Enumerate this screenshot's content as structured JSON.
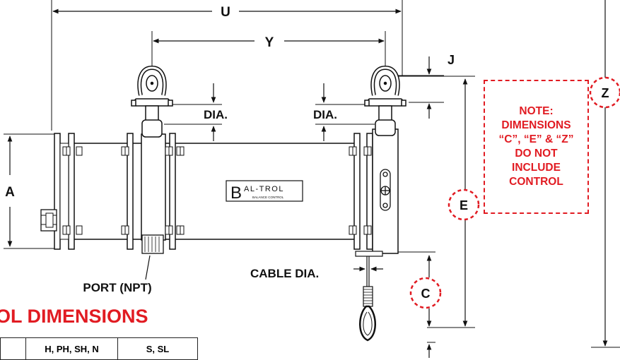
{
  "dimension_labels": {
    "u": "U",
    "y": "Y",
    "j": "J",
    "z": "Z",
    "dia_left": "DIA.",
    "dia_right": "DIA.",
    "a": "A",
    "e": "E",
    "c": "C",
    "cable_dia": "CABLE DIA.",
    "port": "PORT (NPT)"
  },
  "brand": {
    "initial": "B",
    "name": "AL-TROL",
    "tagline": "BALANCE CONTROL"
  },
  "note": {
    "lines": [
      "NOTE:",
      "DIMENSIONS",
      "“C”, “E” & “Z”",
      "DO NOT",
      "INCLUDE",
      "CONTROL"
    ]
  },
  "section_title": "OL DIMENSIONS",
  "table": {
    "headers": [
      "",
      "H, PH, SH, N",
      "S, SL"
    ]
  },
  "colors": {
    "accent": "#e11b22",
    "line": "#111111"
  }
}
